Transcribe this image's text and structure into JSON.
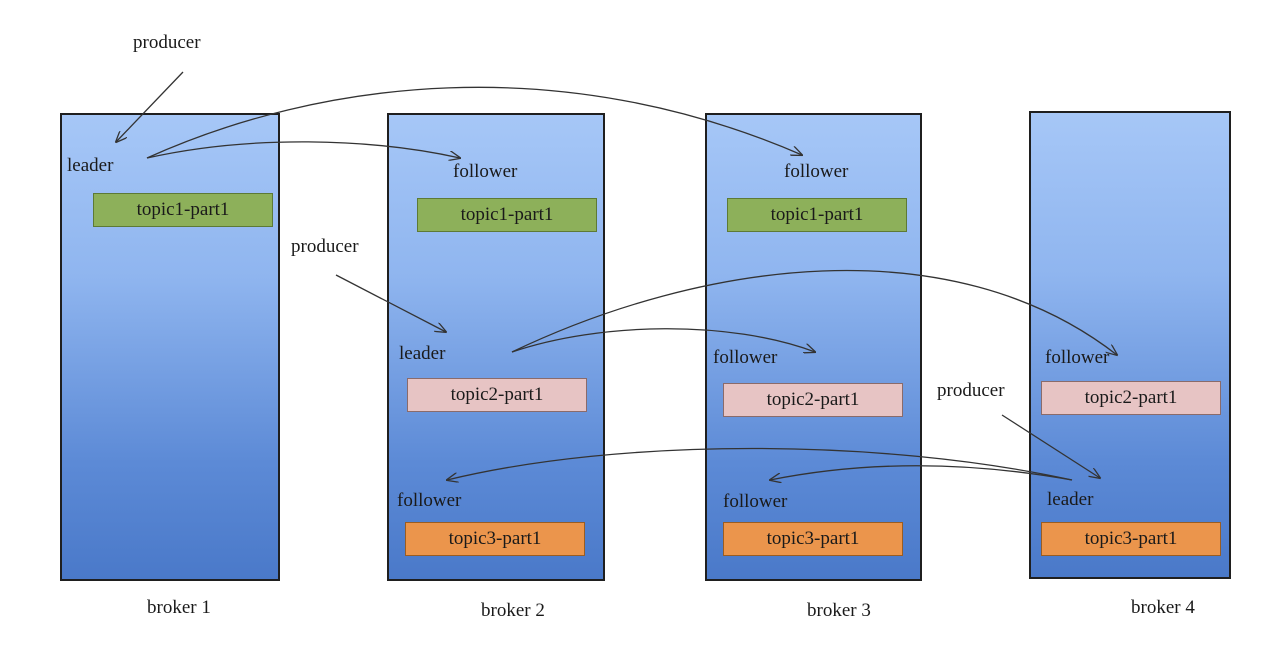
{
  "brokers": [
    {
      "label": "broker 1"
    },
    {
      "label": "broker 2"
    },
    {
      "label": "broker 3"
    },
    {
      "label": "broker 4"
    }
  ],
  "roles": {
    "producer": "producer",
    "leader": "leader",
    "follower": "follower"
  },
  "partitions": {
    "topic1": "topic1-part1",
    "topic2": "topic2-part1",
    "topic3": "topic3-part1"
  },
  "colors": {
    "topic1": "#8db05a",
    "topic2": "#e7c4c4",
    "topic3": "#eb954c",
    "broker_top": "#a6c7f7",
    "broker_bottom": "#4a79c9"
  }
}
